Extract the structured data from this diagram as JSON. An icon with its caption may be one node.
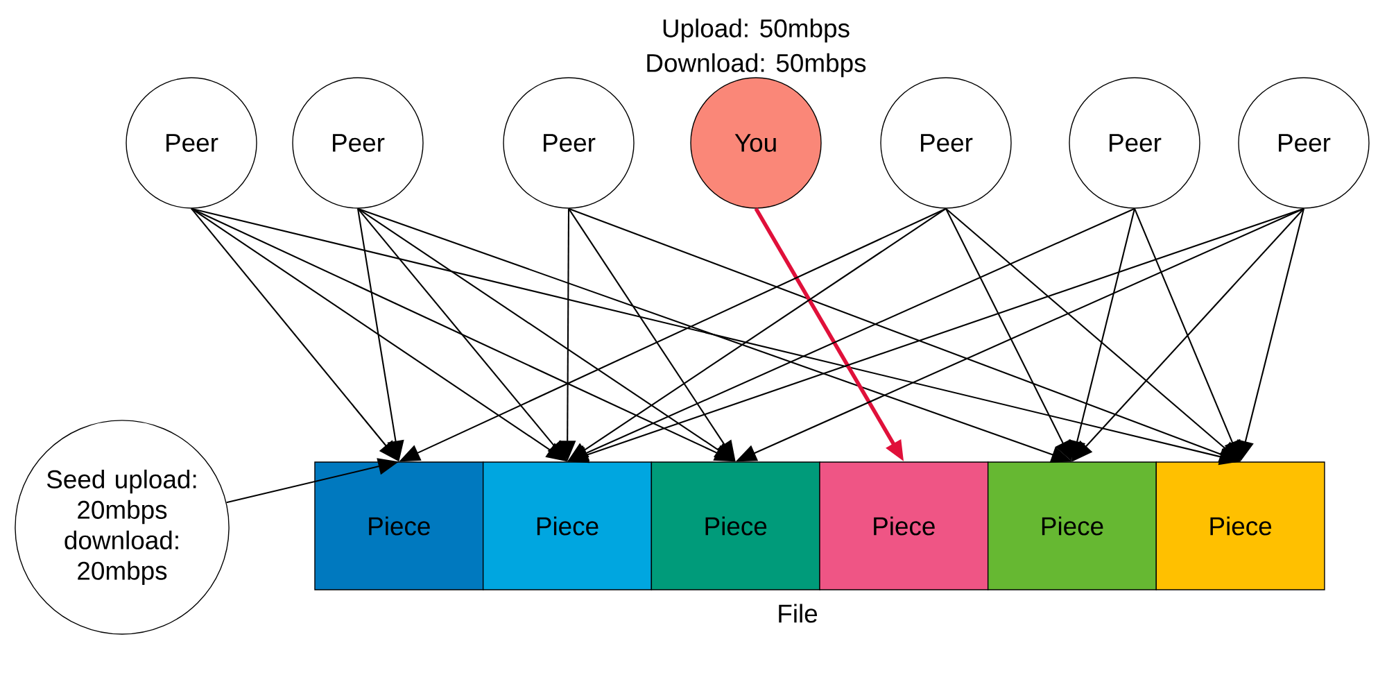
{
  "diagram": {
    "nodes": [
      {
        "text": [
          "Peer"
        ]
      },
      {
        "text": [
          "Peer"
        ]
      },
      {
        "text": [
          "Peer"
        ]
      },
      {
        "text": [
          "You"
        ],
        "beside": [
          "Upload: 50mbps",
          "Download: 50mbps"
        ]
      },
      {
        "text": [
          "Peer"
        ]
      },
      {
        "text": [
          "Peer"
        ]
      },
      {
        "text": [
          "Peer"
        ]
      },
      {
        "text": [
          "Seed upload: 20mbps download: 20mbps"
        ]
      },
      {
        "text": [
          "Piece"
        ]
      },
      {
        "text": [
          "Piece"
        ]
      },
      {
        "text": [
          "Piece"
        ]
      },
      {
        "text": [
          "Piece"
        ]
      },
      {
        "text": [
          "Piece"
        ]
      },
      {
        "text": [
          "Piece"
        ]
      }
    ],
    "edges": [
      {
        "from": 0,
        "to": 8,
        "arrow": "to"
      },
      {
        "from": 0,
        "to": 9,
        "arrow": "to"
      },
      {
        "from": 0,
        "to": 10,
        "arrow": "to"
      },
      {
        "from": 0,
        "to": 13,
        "arrow": "to"
      },
      {
        "from": 1,
        "to": 8,
        "arrow": "to"
      },
      {
        "from": 1,
        "to": 9,
        "arrow": "to"
      },
      {
        "from": 1,
        "to": 10,
        "arrow": "to"
      },
      {
        "from": 1,
        "to": 12,
        "arrow": "to"
      },
      {
        "from": 2,
        "to": 9,
        "arrow": "to"
      },
      {
        "from": 2,
        "to": 10,
        "arrow": "to"
      },
      {
        "from": 2,
        "to": 13,
        "arrow": "to"
      },
      {
        "from": 3,
        "to": 11,
        "arrow": "to",
        "style": "thick",
        "color": "#e0103a"
      },
      {
        "from": 4,
        "to": 8,
        "arrow": "to"
      },
      {
        "from": 4,
        "to": 9,
        "arrow": "to"
      },
      {
        "from": 4,
        "to": 12,
        "arrow": "to"
      },
      {
        "from": 4,
        "to": 13,
        "arrow": "to"
      },
      {
        "from": 5,
        "to": 9,
        "arrow": "to"
      },
      {
        "from": 5,
        "to": 12,
        "arrow": "to"
      },
      {
        "from": 5,
        "to": 13,
        "arrow": "to"
      },
      {
        "from": 6,
        "to": 9,
        "arrow": "to"
      },
      {
        "from": 6,
        "to": 10,
        "arrow": "to"
      },
      {
        "from": 6,
        "to": 12,
        "arrow": "to"
      },
      {
        "from": 6,
        "to": 13,
        "arrow": "to"
      },
      {
        "from": 7,
        "to": 8,
        "arrow": "to"
      }
    ],
    "labels": [
      "File"
    ]
  }
}
